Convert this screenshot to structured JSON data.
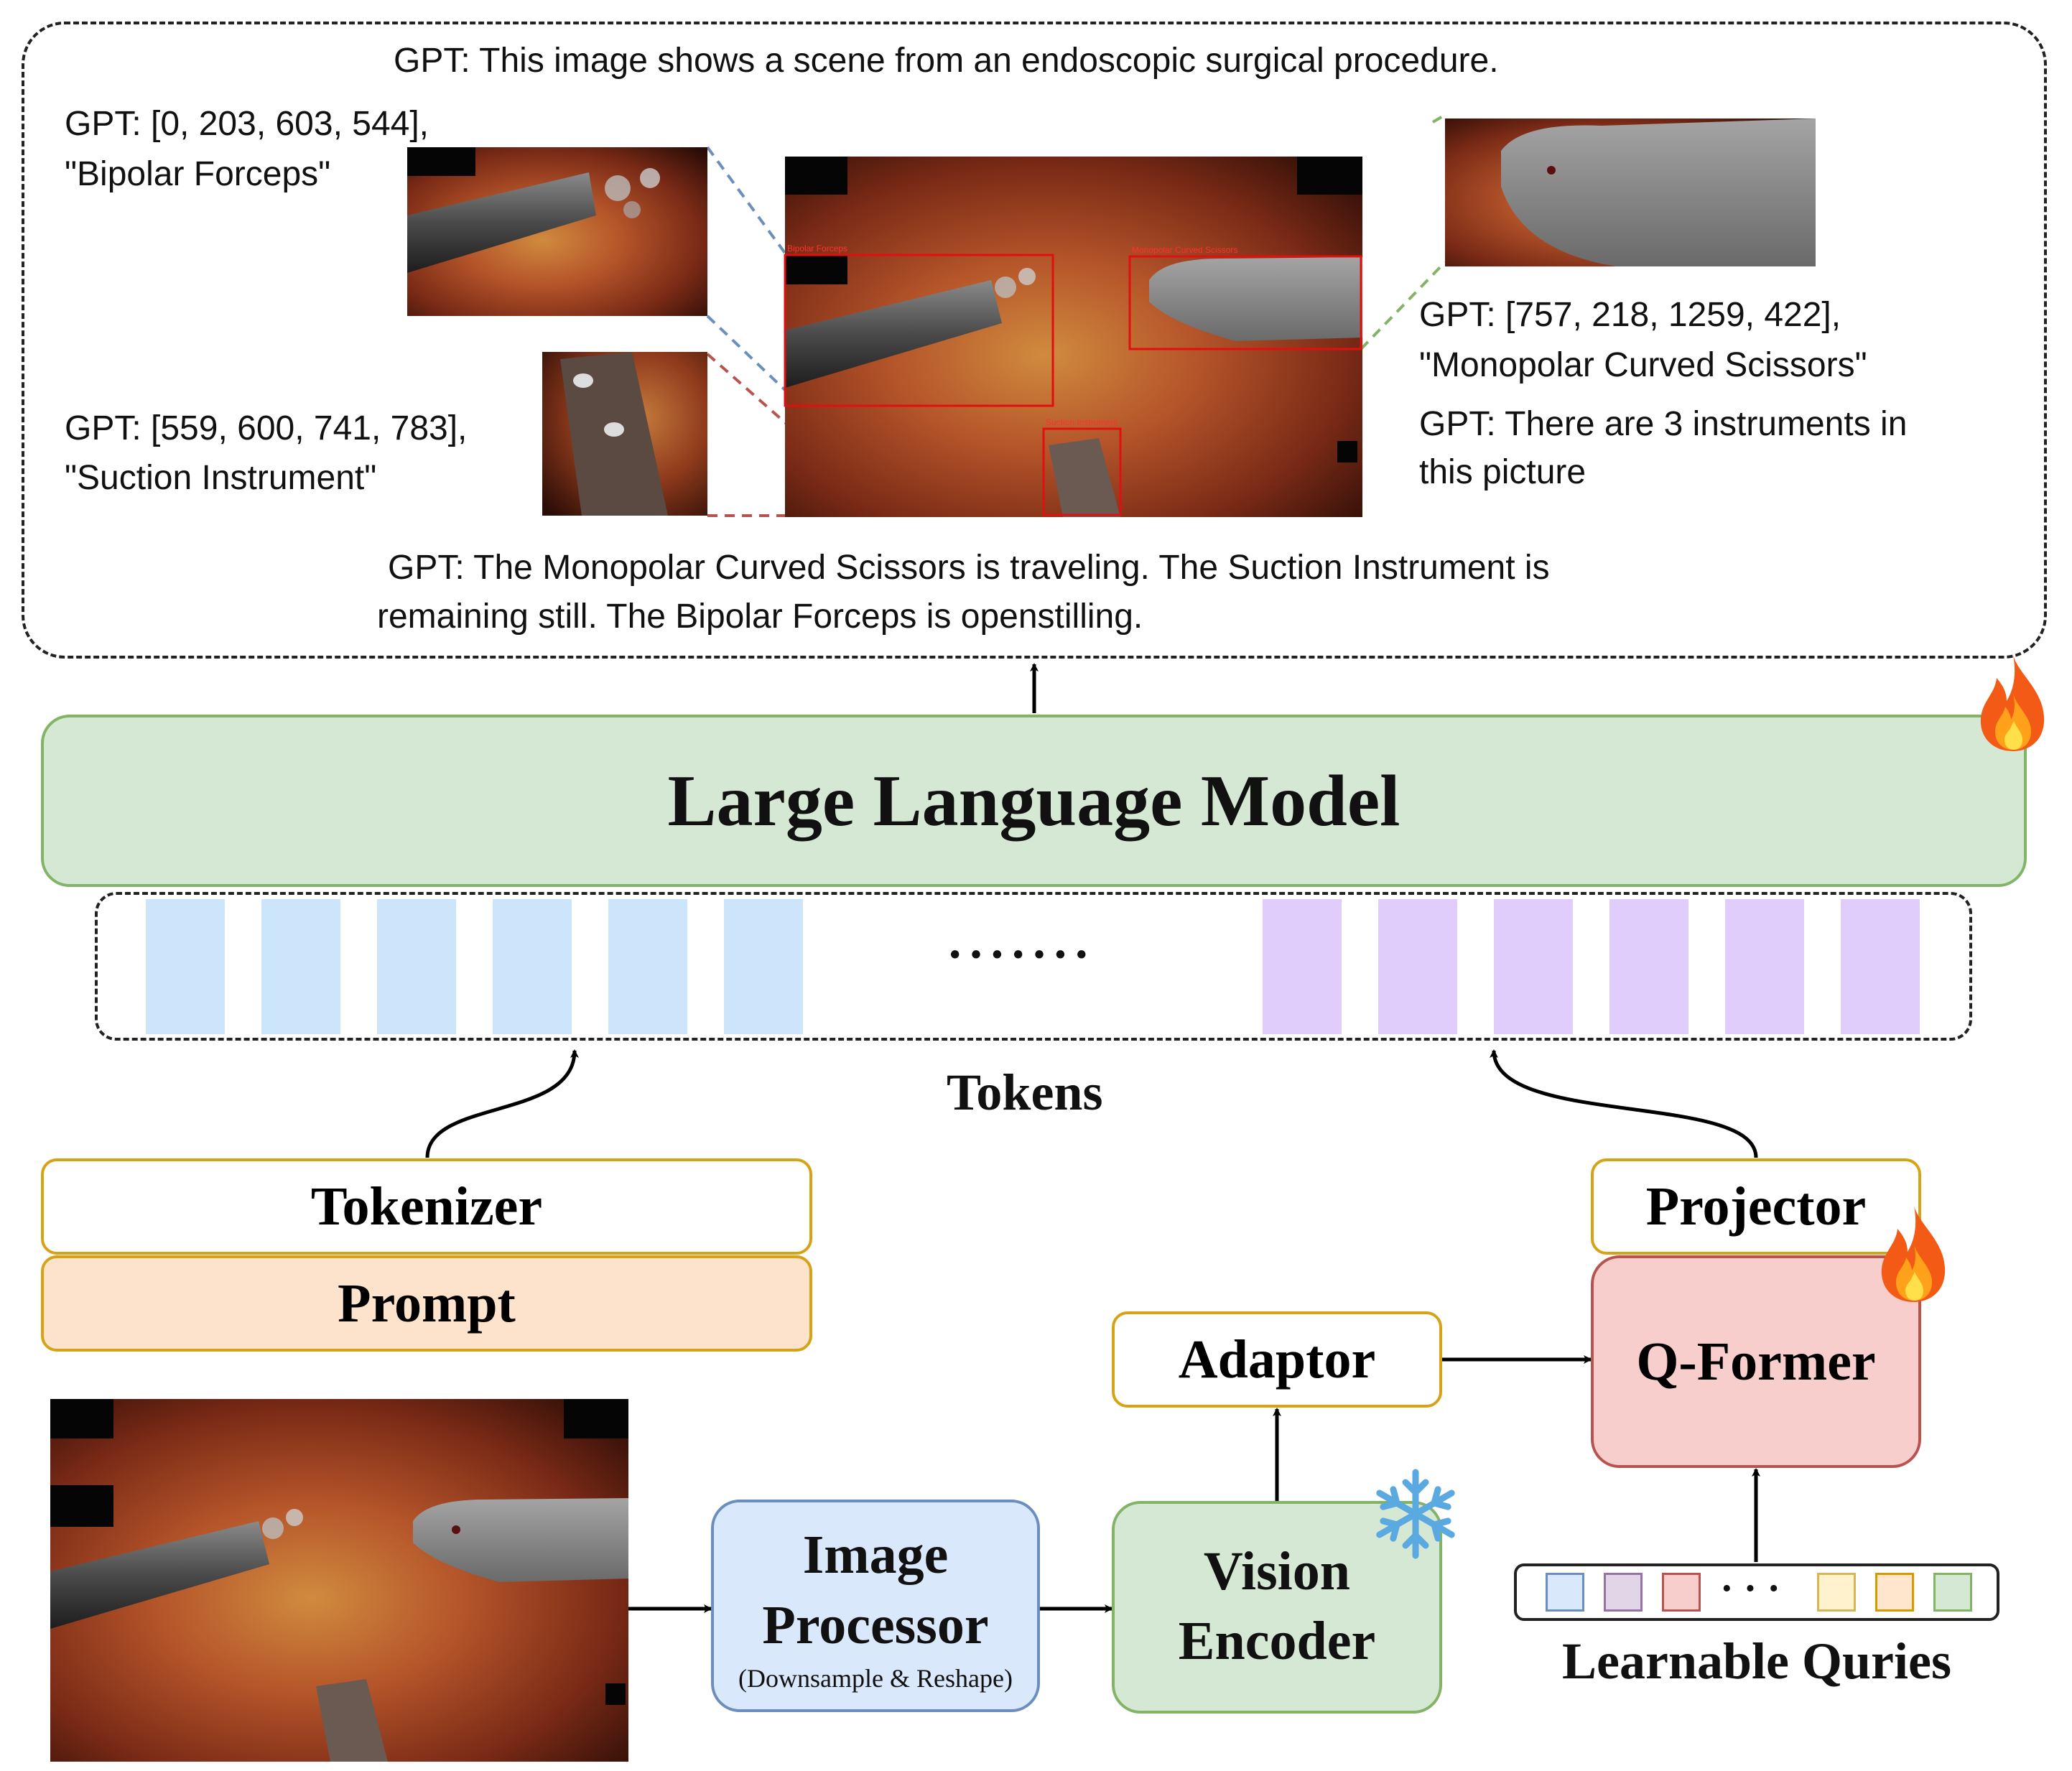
{
  "output_panel": {
    "caption": "GPT: This image shows a scene from an endoscopic surgical procedure.",
    "forceps_coords": "GPT: [0, 203, 603, 544],",
    "forceps_name": "\"Bipolar Forceps\"",
    "suction_coords": "GPT: [559, 600, 741, 783],",
    "suction_name": "\"Suction Instrument\"",
    "scissors_coords": "GPT: [757, 218, 1259, 422],",
    "scissors_name": "\"Monopolar Curved Scissors\"",
    "count_line1": "GPT: There are 3 instruments in",
    "count_line2": "this picture",
    "motion_line1": "GPT: The Monopolar Curved Scissors is traveling. The Suction Instrument is",
    "motion_line2": "remaining still. The Bipolar Forceps is openstilling.",
    "bbox_labels": {
      "forceps": "Bipolar Forceps",
      "scissors": "Monopolar Curved Scissors",
      "suction": "Suction Instrument"
    }
  },
  "llm": {
    "label": "Large Language Model"
  },
  "tokens": {
    "label": "Tokens",
    "ellipsis": "·······"
  },
  "tokenizer": {
    "label": "Tokenizer"
  },
  "prompt": {
    "label": "Prompt"
  },
  "projector": {
    "label": "Projector"
  },
  "qformer": {
    "label": "Q-Former"
  },
  "adaptor": {
    "label": "Adaptor"
  },
  "image_processor": {
    "label_line1": "Image",
    "label_line2": "Processor",
    "sublabel": "(Downsample & Reshape)"
  },
  "vision_encoder": {
    "label_line1": "Vision",
    "label_line2": "Encoder"
  },
  "learnable_queries": {
    "label": "Learnable Quries",
    "dots": "· · ·"
  },
  "icons": {
    "trainable": "fire-icon",
    "frozen": "snowflake-icon"
  },
  "colors": {
    "llm_fill": "#d5e8d4",
    "llm_border": "#82b366",
    "text_token": "#cce5fa",
    "vision_token": "#e0cdfc",
    "tokenizer_border": "#d6a318",
    "prompt_fill": "#fde3cb",
    "qformer_fill": "#f8cecc",
    "qformer_border": "#b85450",
    "image_proc_fill": "#dae8fc",
    "image_proc_border": "#6c8ebf",
    "vision_fill": "#d5e8d4",
    "vision_border": "#82b366"
  }
}
